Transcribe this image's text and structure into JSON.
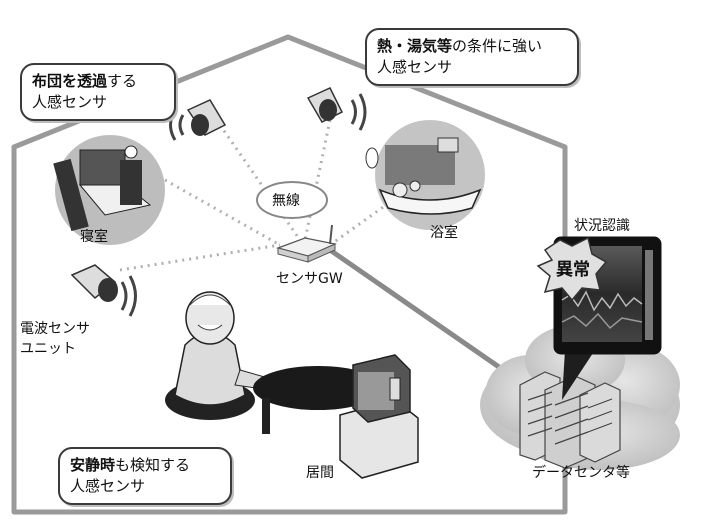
{
  "callouts": {
    "futon": {
      "line1_bold": "布団を透過",
      "line1_rest": "する",
      "line2": "人感センサ"
    },
    "bath": {
      "line1_bold": "熱・湯気等",
      "line1_rest": "の条件に強い",
      "line2": "人感センサ"
    },
    "rest": {
      "line1_bold": "安静時",
      "line1_rest": "も検知する",
      "line2": "人感センサ"
    }
  },
  "labels": {
    "bedroom": "寝室",
    "bathroom": "浴室",
    "living": "居間",
    "wireless": "無線",
    "gateway": "センサGW",
    "radio_sensor_l1": "電波センサ",
    "radio_sensor_l2": "ユニット",
    "status_recognition": "状況認識",
    "anomaly": "異常",
    "datacenter": "データセンタ等"
  },
  "icons": [
    "sensor-icon",
    "router-icon",
    "bed-icon",
    "bathtub-icon",
    "person-icon",
    "table-icon",
    "tv-icon",
    "server-icon",
    "cloud-icon",
    "burst-icon"
  ]
}
